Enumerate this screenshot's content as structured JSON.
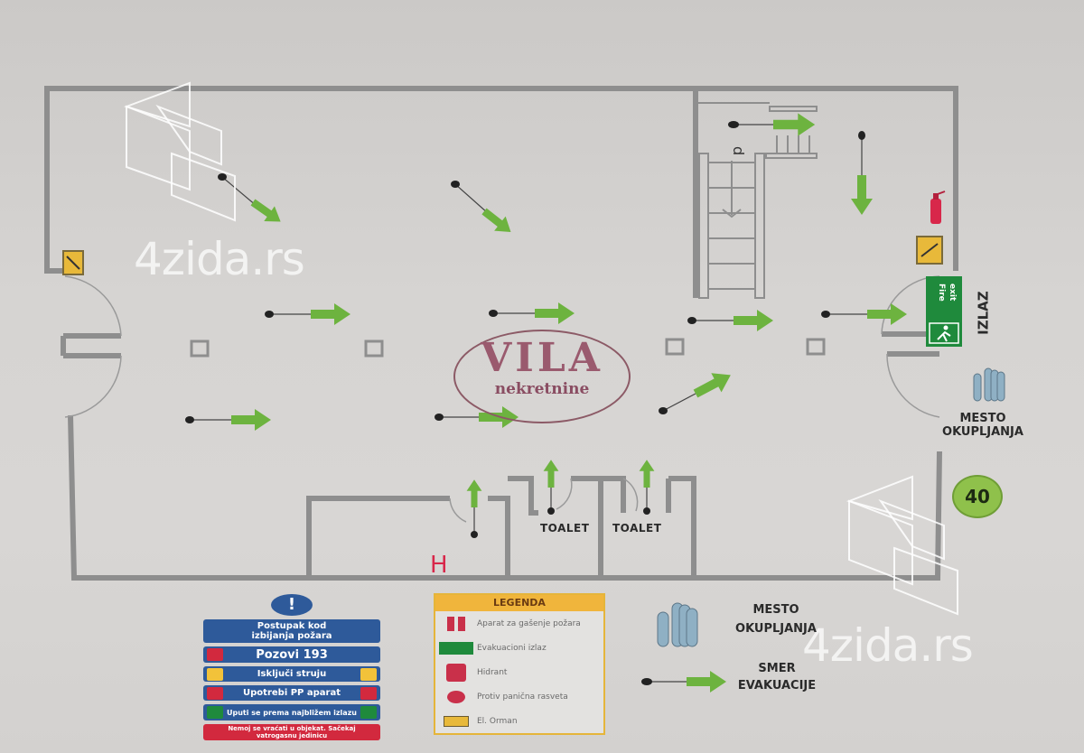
{
  "plan": {
    "rooms": [
      {
        "label": "TOALET"
      },
      {
        "label": "TOALET"
      }
    ],
    "hydrant_mark": "H",
    "exit": {
      "sign_text": "Fire exit",
      "label": "IZLAZ"
    },
    "assembly": {
      "label_line1": "MESTO",
      "label_line2": "OKUPLJANJA",
      "number": "40"
    },
    "stairs_direction_letter": "d"
  },
  "procedure_sign": {
    "title_line1": "Postupak kod",
    "title_line2": "izbijanja požara",
    "steps": [
      {
        "text": "Pozovi  193",
        "icon": "phone-icon"
      },
      {
        "text": "Isključi struju",
        "icon": "electric-hazard-icon"
      },
      {
        "text": "Upotrebi PP aparat",
        "icon": "fire-extinguisher-icon"
      },
      {
        "text": "Uputi se prema najbližem izlazu",
        "icon": "exit-icon"
      }
    ],
    "warning": "Nemoj se vraćati u objekat. Sačekaj vatrogasnu jedinicu"
  },
  "legend": {
    "title": "LEGENDA",
    "items": [
      {
        "symbol": "fire-extinguisher-icon",
        "label": "Aparat za gašenje požara"
      },
      {
        "symbol": "emergency-exit-icon",
        "label": "Evakuacioni izlaz"
      },
      {
        "symbol": "hydrant-icon",
        "label": "Hidrant"
      },
      {
        "symbol": "panic-light-icon",
        "label": "Protiv panična rasveta"
      },
      {
        "symbol": "electric-cabinet-icon",
        "label": "El. Orman"
      }
    ]
  },
  "key": {
    "assembly_line1": "MESTO",
    "assembly_line2": "OKUPLJANJA",
    "direction_line1": "SMER",
    "direction_line2": "EVAKUACIJE"
  },
  "branding": {
    "logo_main": "VILA",
    "logo_sub": "nekretnine",
    "watermark": "4zida.rs"
  },
  "colors": {
    "arrow_green": "#6db33f",
    "wall_gray": "#8e8e8e",
    "exit_green": "#1f8a3c",
    "hydrant_red": "#d8274a",
    "legend_header": "#f0b53c",
    "badge_green": "#8fc14b"
  }
}
